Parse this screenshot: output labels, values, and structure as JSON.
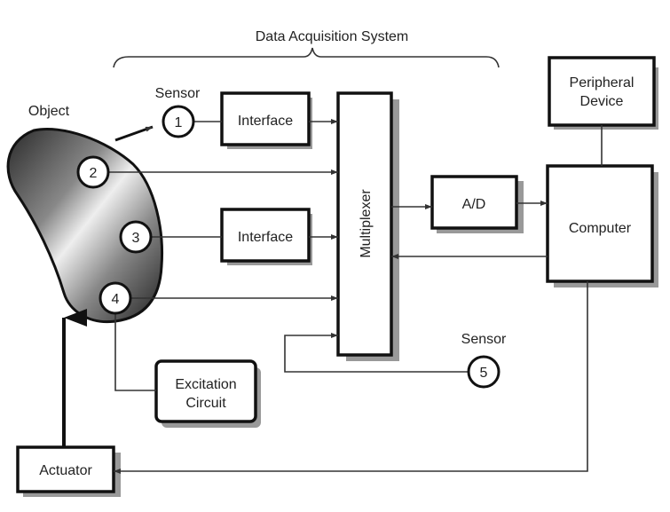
{
  "title": "Data Acquisition System",
  "object_label": "Object",
  "sensor_label_top": "Sensor",
  "sensor_label_bottom": "Sensor",
  "sensors": [
    "1",
    "2",
    "3",
    "4",
    "5"
  ],
  "blocks": {
    "interface_1": "Interface",
    "interface_2": "Interface",
    "multiplexer": "Multiplexer",
    "ad": "A/D",
    "computer": "Computer",
    "peripheral_line1": "Peripheral",
    "peripheral_line2": "Device",
    "excitation_line1": "Excitation",
    "excitation_line2": "Circuit",
    "actuator": "Actuator"
  }
}
